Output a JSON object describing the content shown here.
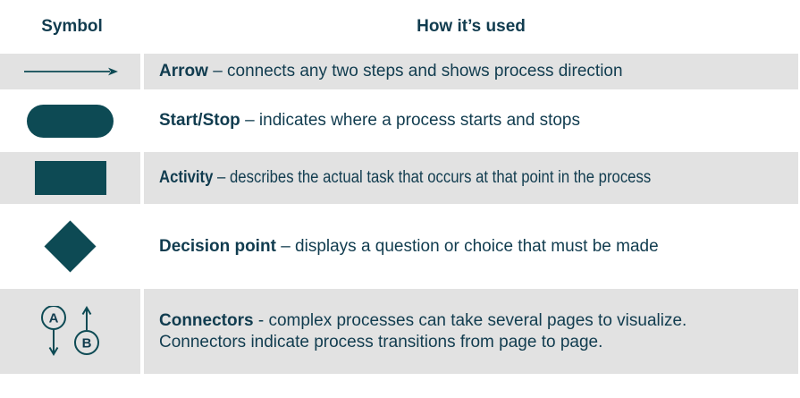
{
  "table": {
    "headers": {
      "symbol": "Symbol",
      "usage": "How it’s used"
    },
    "rows": [
      {
        "symbol": "arrow-icon",
        "term": "Arrow",
        "rest": "– connects any two steps and shows process direction"
      },
      {
        "symbol": "start-stop-pill-icon",
        "term": "Start/Stop",
        "rest": "– indicates where a process starts and stops"
      },
      {
        "symbol": "activity-rectangle-icon",
        "term": "Activity",
        "rest": "– describes the actual task that occurs at that point in the process"
      },
      {
        "symbol": "decision-diamond-icon",
        "term": "Decision point",
        "rest": "– displays a question or choice that must be made"
      },
      {
        "symbol": "connectors-icon",
        "term": "Connectors",
        "rest": "- complex processes can take several pages to visualize.",
        "line2": "Connectors indicate process transitions from page to page."
      }
    ],
    "connector_labels": {
      "a": "A",
      "b": "B"
    }
  },
  "colors": {
    "shape_teal": "#0d4a54",
    "text_navy": "#113c4f",
    "row_alt_gray": "#e2e2e2",
    "background": "#ffffff"
  }
}
